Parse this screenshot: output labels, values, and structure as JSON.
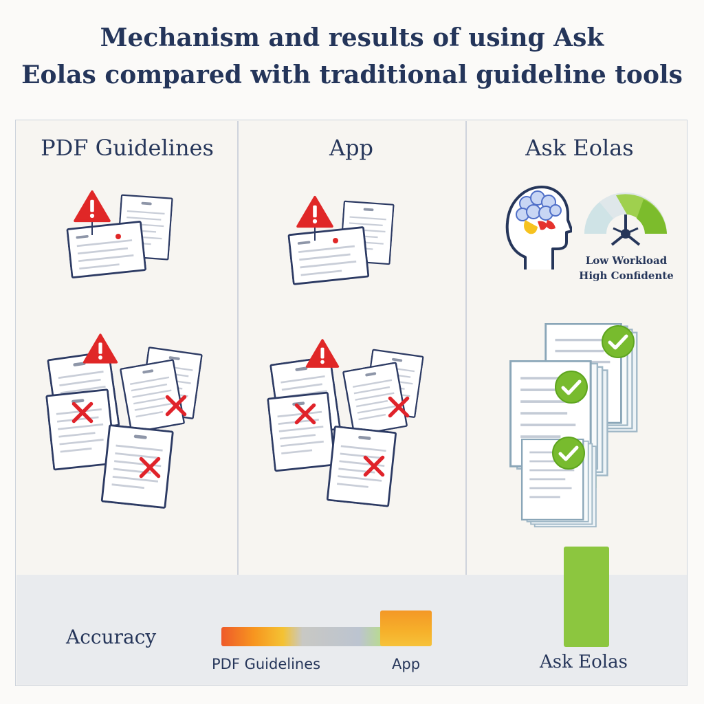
{
  "title": {
    "line1": "Mechanism and results of using Ask",
    "line2": "Eolas compared with traditional guideline tools"
  },
  "columns": [
    {
      "title": "PDF Guidelines"
    },
    {
      "title": "App"
    },
    {
      "title": "Ask Eolas"
    }
  ],
  "eolas_indicator": {
    "line1": "Low Workload",
    "line2": "High Confidente"
  },
  "icons": {
    "warning": "warning-triangle-icon",
    "error": "red-x-icon",
    "check": "green-check-icon",
    "document": "document-icon",
    "head": "brain-head-icon",
    "gauge": "gauge-icon"
  },
  "colors": {
    "warning_red": "#e02727",
    "error_red": "#e0232a",
    "check_green": "#78bb2e",
    "eolas_bar": "#8cc63f",
    "app_bar": "#f49826"
  },
  "accuracy": {
    "label": "Accuracy",
    "bars": [
      {
        "name": "PDF Guidelines"
      },
      {
        "name": "App"
      },
      {
        "name": "Ask Eolas"
      }
    ]
  }
}
